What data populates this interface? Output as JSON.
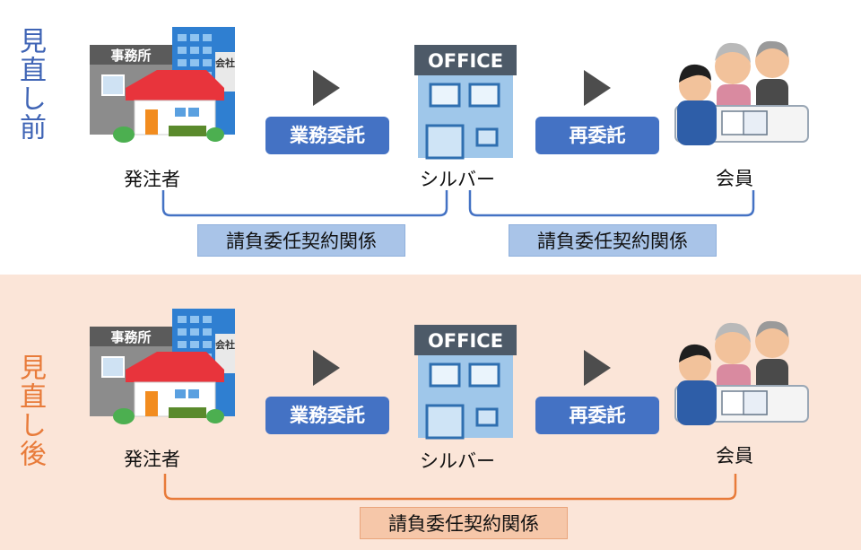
{
  "before": {
    "heading": "見直し前",
    "heading_color": "#3f64b5",
    "nodes": {
      "client": "発注者",
      "silver": "シルバー",
      "member": "会員"
    },
    "arrows": {
      "first": "業務委託",
      "second": "再委託"
    },
    "contracts": [
      "請負委任契約関係",
      "請負委任契約関係"
    ],
    "bracket_color": "#4472c4"
  },
  "after": {
    "heading": "見直し後",
    "heading_color": "#e87b3a",
    "nodes": {
      "client": "発注者",
      "silver": "シルバー",
      "member": "会員"
    },
    "arrows": {
      "first": "業務委託",
      "second": "再委託"
    },
    "contracts": [
      "請負委任契約関係"
    ],
    "bracket_color": "#e87b3a"
  },
  "icons": {
    "client_building_sign": "事務所",
    "client_company_sign": "会社",
    "office_sign": "OFFICE"
  }
}
